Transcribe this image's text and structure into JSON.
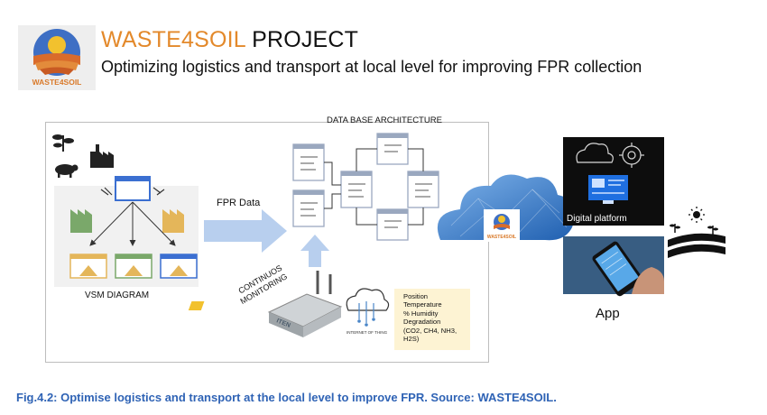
{
  "header": {
    "logo_text": "WASTE4SOIL",
    "title_accent": "WASTE4SOIL",
    "title_rest": " PROJECT",
    "subtitle": "Optimizing logistics and transport at local level for improving FPR collection"
  },
  "diagram": {
    "db_title": "DATA BASE ARCHITECTURE",
    "fpr_data_label": "FPR Data",
    "monitoring_line1": "CONTINUOS",
    "monitoring_line2": "MONITORING",
    "vsm_label": "VSM DIAGRAM",
    "iot_device_label": "ITEN",
    "iot_label": "INTERNET OF THING",
    "sensor_items": [
      "Position",
      "Temperature",
      "% Humidity",
      "Degradation",
      "(CO2, CH4, NH3,",
      "H2S)"
    ]
  },
  "outputs": {
    "digital_platform_label": "Digital platform",
    "app_label": "App"
  },
  "caption": "Fig.4.2: Optimise logistics and transport at the local level to improve FPR. Source: WASTE4SOIL.",
  "colors": {
    "caption": "#2f63b5",
    "title_accent": "#e3892b",
    "factory_green": "#7aa86a",
    "factory_gold": "#e4b65a",
    "arrow_blue": "#b8cfee",
    "db_box": "#9aa8bf"
  }
}
